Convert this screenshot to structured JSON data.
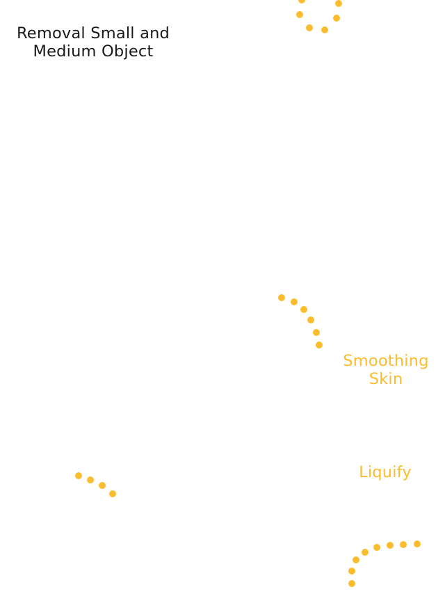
{
  "colors": {
    "accent": "#FBBD2E",
    "text_dark": "#1a1a1a",
    "background": "#ffffff"
  },
  "labels": {
    "removal_line1": "Removal Small and",
    "removal_line2": "Medium Object",
    "smoothing_line1": "Smoothing",
    "smoothing_line2": "Skin",
    "liquify": "Liquify"
  }
}
